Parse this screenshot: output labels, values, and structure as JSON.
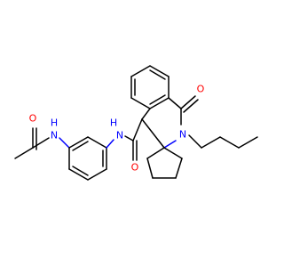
{
  "atoms": {
    "acetamide_o": {
      "text": "O",
      "color": "#ff0000"
    },
    "acetamide_nh": {
      "text": "H",
      "color": "#0000ff"
    },
    "acetamide_n": {
      "text": "N",
      "color": "#0000ff"
    },
    "amide_nh": {
      "text": "H",
      "color": "#0000ff"
    },
    "amide_n": {
      "text": "N",
      "color": "#0000ff"
    },
    "amide_o": {
      "text": "O",
      "color": "#ff0000"
    },
    "lactam_o": {
      "text": "O",
      "color": "#ff0000"
    },
    "lactam_n": {
      "text": "N",
      "color": "#0000ff"
    }
  }
}
